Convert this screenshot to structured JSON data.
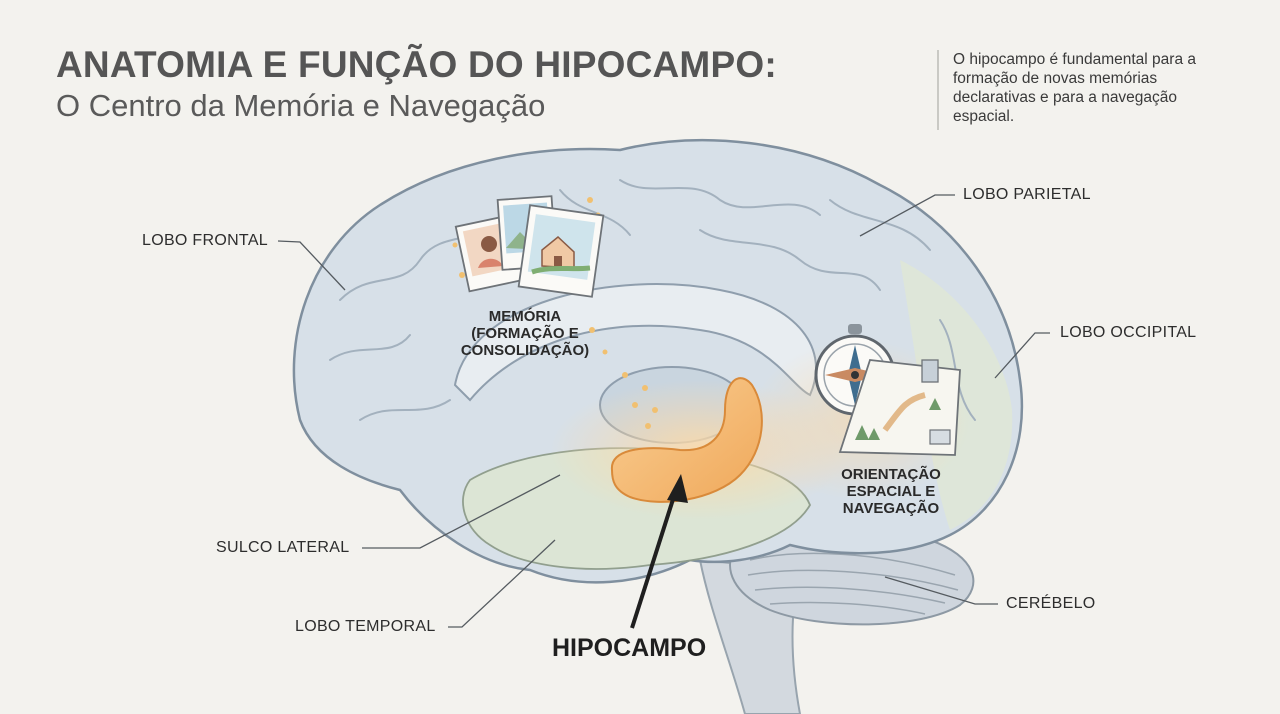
{
  "header": {
    "title": "ANATOMIA E FUNÇÃO DO HIPOCAMPO:",
    "subtitle": "O Centro da Memória e Navegação"
  },
  "intro": {
    "text": "O hipocampo é fundamental para a formação de novas memórias declarativas e para a navegação espacial."
  },
  "labels": {
    "frontal": "LOBO FRONTAL",
    "parietal": "LOBO PARIETAL",
    "occipital": "LOBO OCCIPITAL",
    "sulcus": "SULCO LATERAL",
    "temporal": "LOBO TEMPORAL",
    "cerebellum": "CERÉBELO",
    "hippocampus": "HIPOCAMPO"
  },
  "callouts": {
    "memory": "MEMÓRIA\n(FORMAÇÃO E\nCONSOLIDAÇÃO)",
    "navigation": "ORIENTAÇÃO\nESPACIAL E\nNAVEGAÇÃO"
  },
  "colors": {
    "background": "#f3f2ee",
    "cortex": "#d7e0e8",
    "temporal_tint": "#dde6d4",
    "hippocampus": "#f6bf7c",
    "cerebellum": "#cfd6de"
  },
  "icons": [
    "photo-icon",
    "house-photo-icon",
    "compass-icon",
    "map-icon"
  ]
}
